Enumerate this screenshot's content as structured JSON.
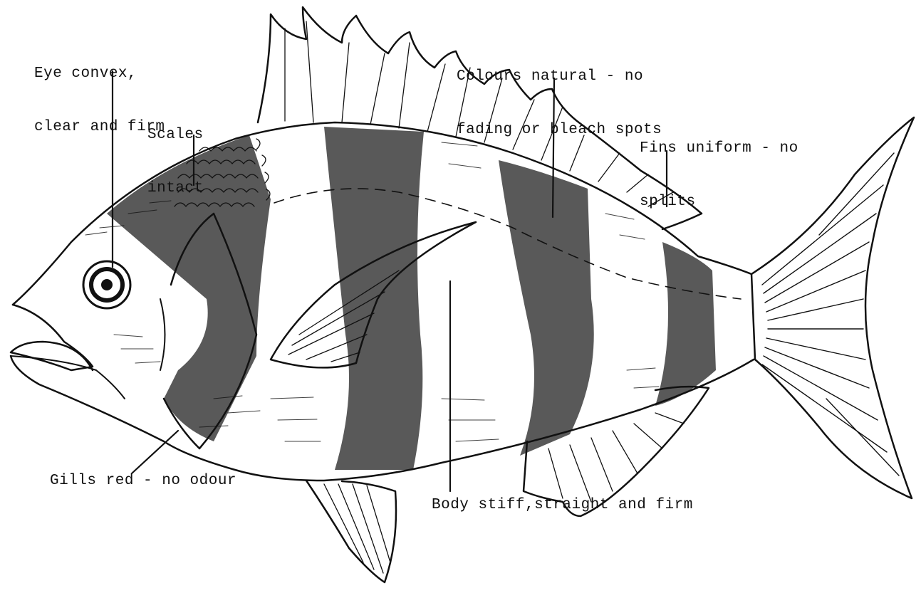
{
  "labels": {
    "eye": [
      "Eye convex,",
      "clear and firm"
    ],
    "scales": [
      "Scales",
      "intact"
    ],
    "colours": [
      "Colours natural - no",
      "fading or bleach spots"
    ],
    "fins": [
      "Fins uniform - no",
      "splits"
    ],
    "gills": "Gills red - no odour",
    "body": "Body stiff,straight and firm"
  },
  "colors": {
    "ink": "#111111",
    "paper": "#ffffff"
  }
}
